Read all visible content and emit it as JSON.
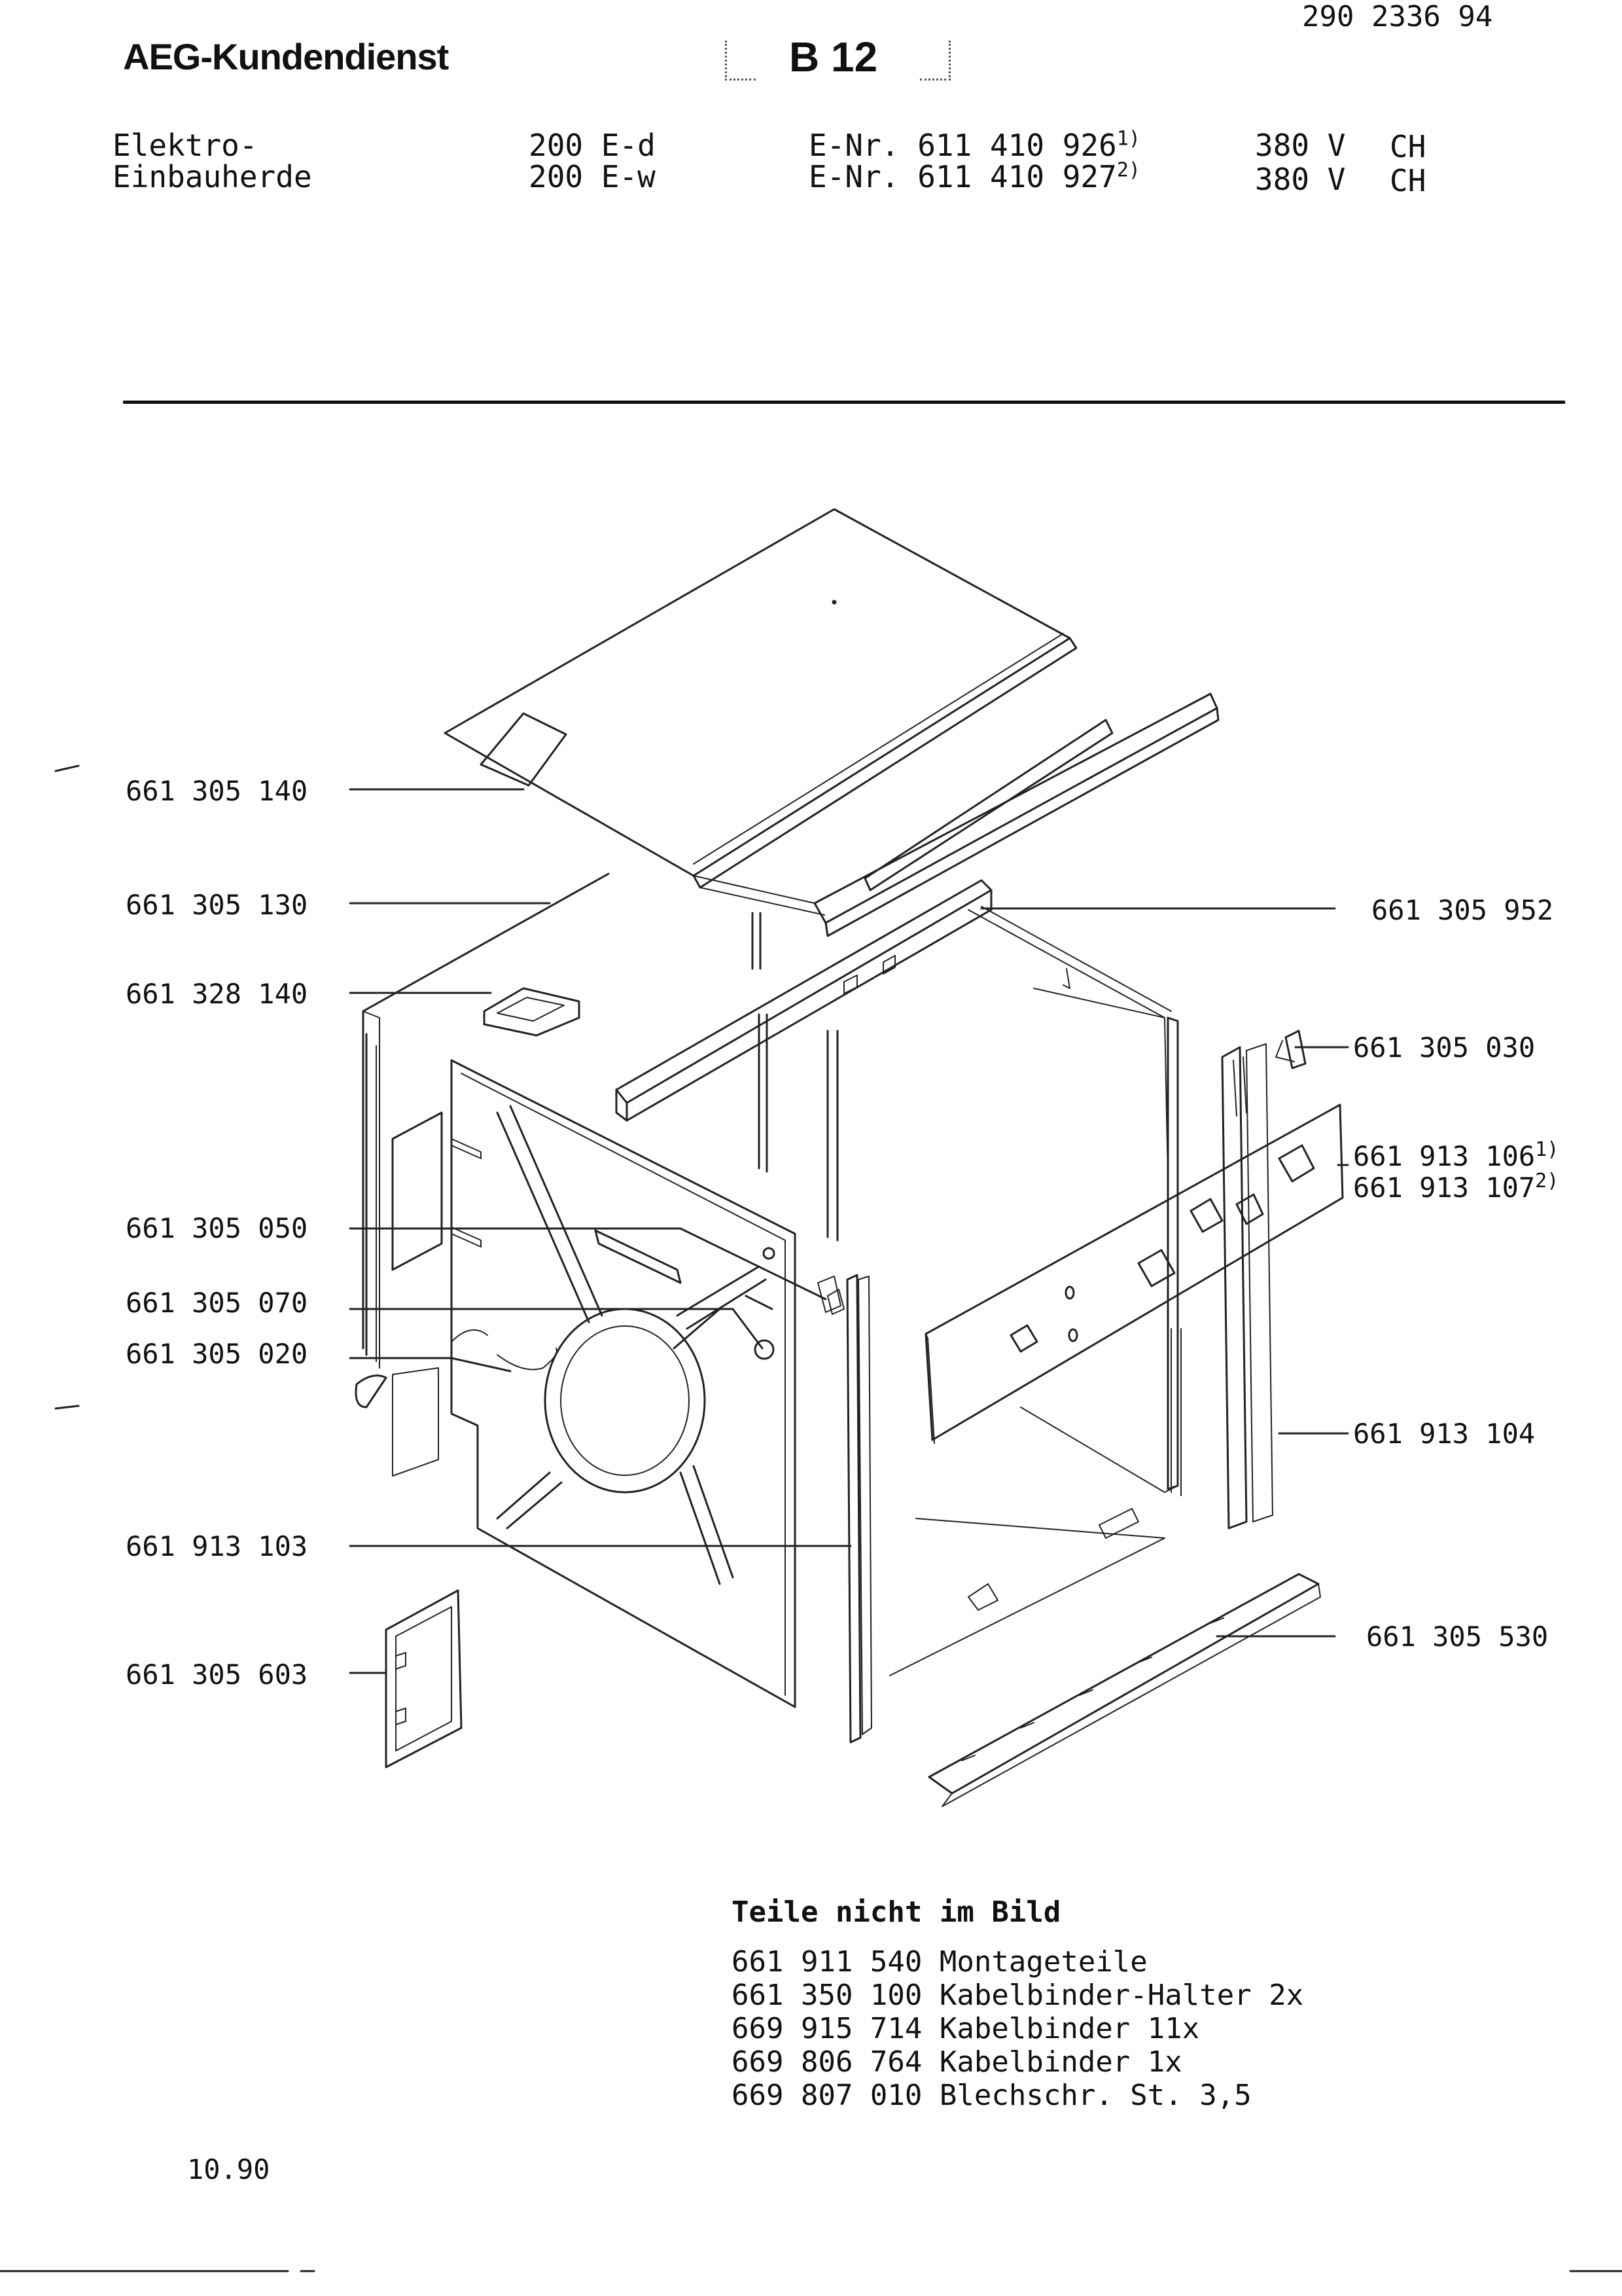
{
  "header": {
    "doc_number": "290 2336 94",
    "brand": "AEG-Kundendienst",
    "section_code": "B 12",
    "product_line1": "Elektro-",
    "product_line2": "Einbauherde",
    "models": [
      {
        "model": "200 E-d",
        "enr_prefix": "E-Nr.",
        "enr": "611 410 926",
        "note": "1)",
        "voltage": "380 V",
        "country": "CH"
      },
      {
        "model": "200 E-w",
        "enr_prefix": "E-Nr.",
        "enr": "611 410 927",
        "note": "2)",
        "voltage": "380 V",
        "country": "CH"
      }
    ]
  },
  "callouts": {
    "top_cover": "661 305 140",
    "side_panel_left": "661 305 130",
    "small_plate": "661 328 140",
    "left_panel": "661 305 050",
    "clip": "661 305 070",
    "cable_parts": "661 305 020",
    "left_strip": "661 913 103",
    "cover_plate": "661 305 603",
    "top_rail": "661 305 952",
    "bracket_clip": "661 305 030",
    "control_panel_1": "661 913 106",
    "control_panel_1_note": "1)",
    "control_panel_2": "661 913 107",
    "control_panel_2_note": "2)",
    "right_strip": "661 913 104",
    "bottom_rail": "661 305 530"
  },
  "parts_not_shown": {
    "title": "Teile nicht im Bild",
    "items": [
      {
        "number": "661 911 540",
        "description": "Montageteile"
      },
      {
        "number": "661 350 100",
        "description": "Kabelbinder-Halter 2x"
      },
      {
        "number": "669 915 714",
        "description": "Kabelbinder 11x"
      },
      {
        "number": "669 806 764",
        "description": "Kabelbinder  1x"
      },
      {
        "number": "669 807 010",
        "description": "Blechschr. St. 3,5"
      }
    ]
  },
  "footer": {
    "date": "10.90"
  }
}
